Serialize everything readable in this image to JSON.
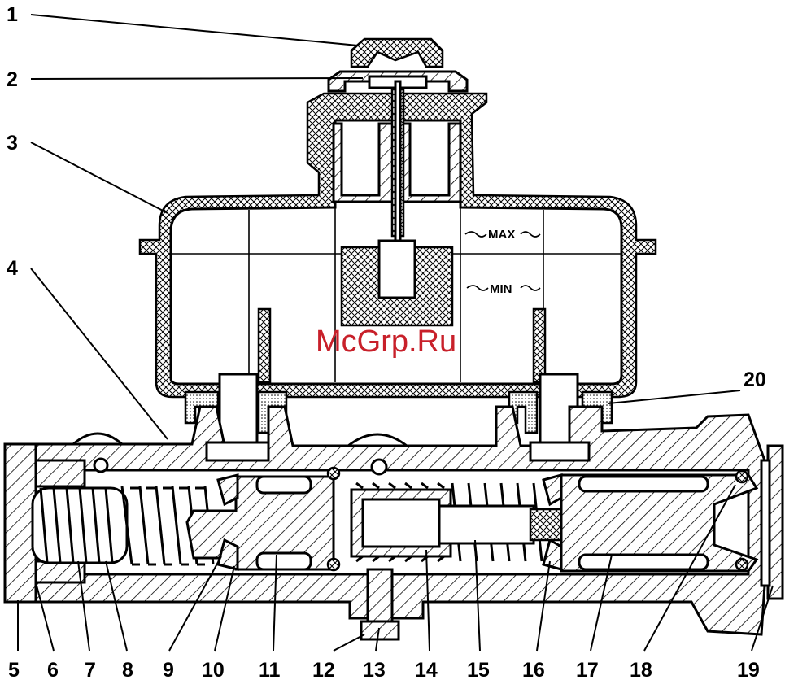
{
  "watermark": "McGrp.Ru",
  "level_marks": {
    "max": "MAX",
    "min": "MIN"
  },
  "callouts": {
    "c1": "1",
    "c2": "2",
    "c3": "3",
    "c4": "4",
    "c5": "5",
    "c6": "6",
    "c7": "7",
    "c8": "8",
    "c9": "9",
    "c10": "10",
    "c11": "11",
    "c12": "12",
    "c13": "13",
    "c14": "14",
    "c15": "15",
    "c16": "16",
    "c17": "17",
    "c18": "18",
    "c19": "19",
    "c20": "20"
  },
  "colors": {
    "line": "#000000",
    "watermark": "#c8202a",
    "background": "#ffffff"
  }
}
